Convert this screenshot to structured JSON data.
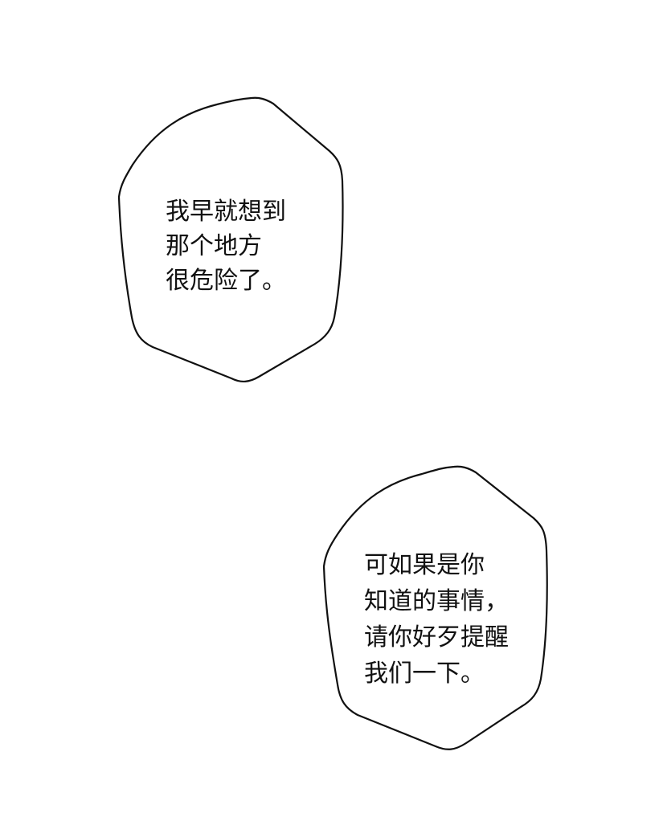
{
  "scene": {
    "background_color": "#ffffff",
    "outline_color": "#111111"
  },
  "bubbles": [
    {
      "id": "bubble-1",
      "lines": [
        "我早就想到",
        "那个地方",
        "很危险了。"
      ]
    },
    {
      "id": "bubble-2",
      "lines": [
        "可如果是你",
        "知道的事情，",
        "请你好歹提醒",
        "我们一下。"
      ]
    }
  ]
}
